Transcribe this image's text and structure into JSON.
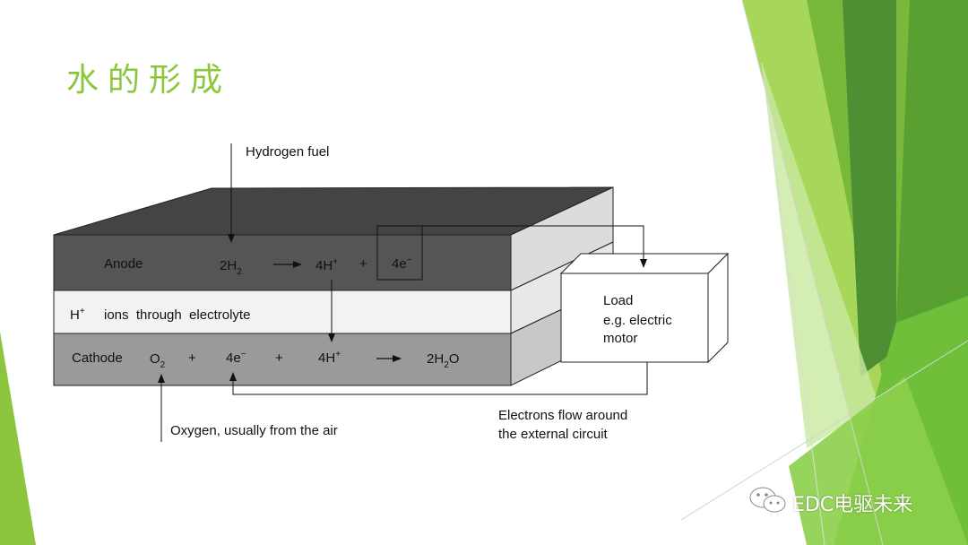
{
  "slide": {
    "title": "水的形成"
  },
  "colors": {
    "title": "#8cc63f",
    "anode": "#555555",
    "anode_top": "#444444",
    "electrolyte": "#f2f2f2",
    "cathode": "#9a9a9a",
    "accent_green_light": "#a6d75b",
    "accent_green": "#6aab2e",
    "accent_green_dark": "#3f8a2a"
  },
  "diagram": {
    "hydrogen_fuel": "Hydrogen fuel",
    "anode_layer": {
      "name": "Anode",
      "reactant": "2H",
      "reactant_sub": "2",
      "arrow": "→",
      "product": "4H",
      "product_sup": "+",
      "plus": "+",
      "electrons": "4e",
      "electrons_sup": "−"
    },
    "electrolyte_layer": {
      "ion": "H",
      "ion_sup": "+",
      "text": "ions  through  electrolyte"
    },
    "cathode_layer": {
      "name": "Cathode",
      "oxygen": "O",
      "oxygen_sub": "2",
      "plus1": "+",
      "electrons": "4e",
      "electrons_sup": "−",
      "plus2": "+",
      "protons": "4H",
      "protons_sup": "+",
      "arrow": "→",
      "water": "2H",
      "water_sub": "2",
      "water_end": "O"
    },
    "load": {
      "line1": "Load",
      "line2": "e.g. electric",
      "line3": "motor"
    },
    "electrons_flow": {
      "line1": "Electrons flow around",
      "line2": "the external circuit"
    },
    "oxygen_source": "Oxygen, usually from the air"
  },
  "watermark": {
    "text": "EDC电驱未来",
    "icon": "wechat-icon"
  }
}
